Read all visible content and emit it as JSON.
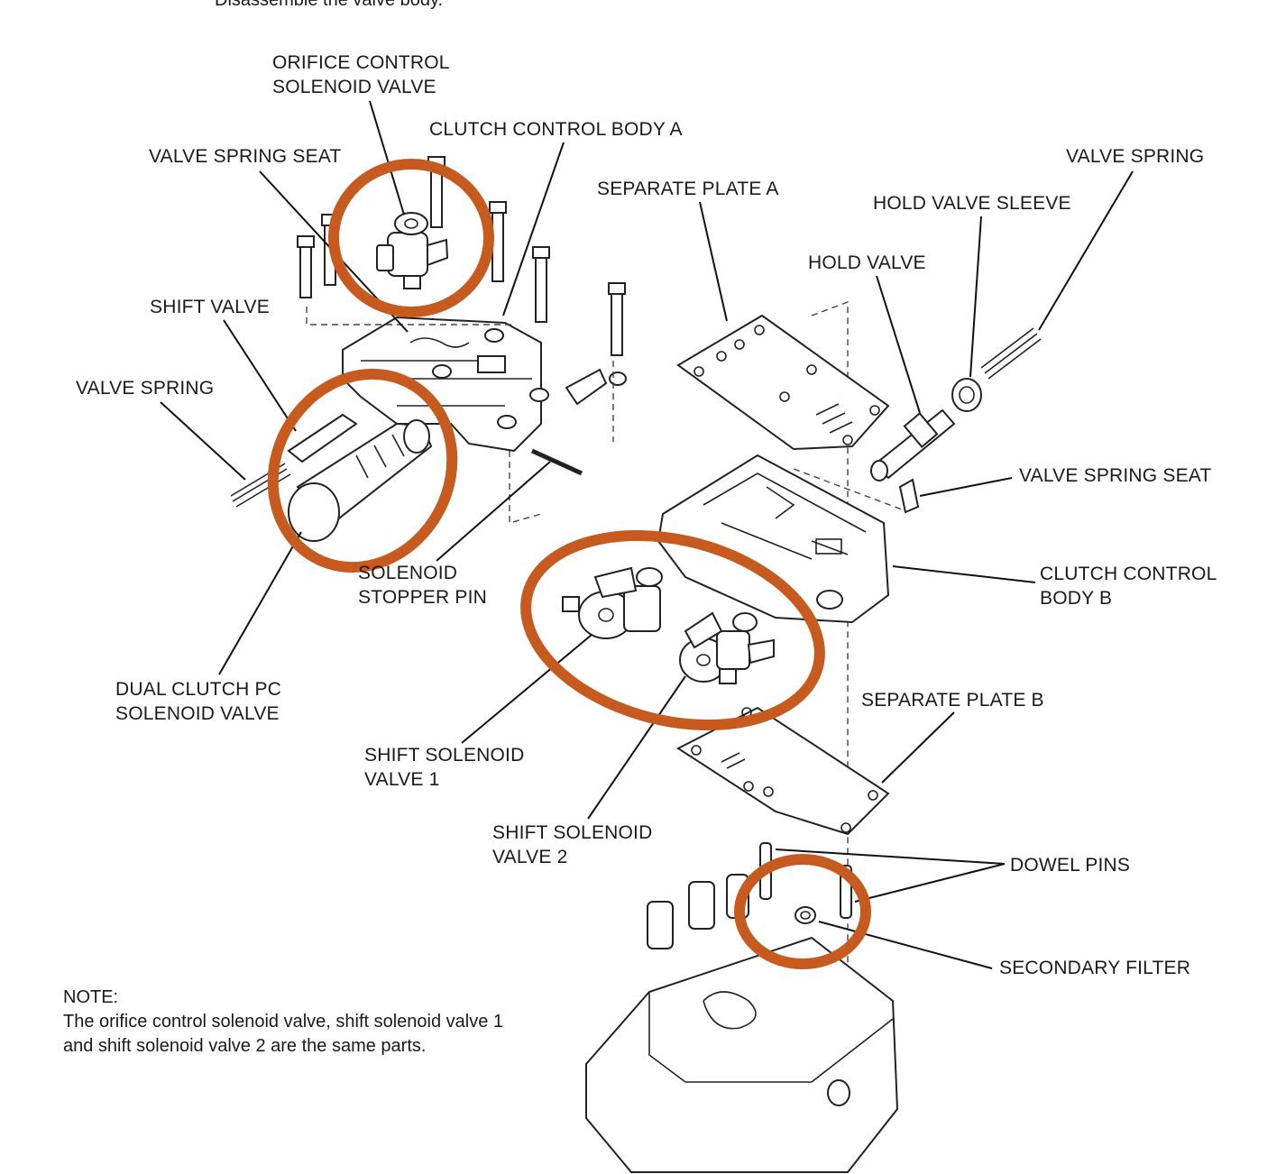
{
  "instruction": "Disassemble the valve body.",
  "highlight_color": "#c65a1f",
  "labels": {
    "orifice_control_solenoid_valve": [
      "ORIFICE CONTROL",
      "SOLENOID VALVE"
    ],
    "clutch_control_body_a": "CLUTCH CONTROL BODY A",
    "valve_spring_seat_top": "VALVE SPRING SEAT",
    "separate_plate_a": "SEPARATE PLATE A",
    "valve_spring_right": "VALVE SPRING",
    "hold_valve_sleeve": "HOLD VALVE SLEEVE",
    "hold_valve": "HOLD VALVE",
    "shift_valve": "SHIFT VALVE",
    "valve_spring_left": "VALVE SPRING",
    "valve_spring_seat_right": "VALVE SPRING SEAT",
    "solenoid_stopper_pin": [
      "SOLENOID",
      "STOPPER PIN"
    ],
    "clutch_control_body_b": [
      "CLUTCH CONTROL",
      "BODY B"
    ],
    "dual_clutch_pc_solenoid_valve": [
      "DUAL CLUTCH PC",
      "SOLENOID VALVE"
    ],
    "separate_plate_b": "SEPARATE PLATE B",
    "shift_solenoid_valve_1": [
      "SHIFT SOLENOID",
      "VALVE 1"
    ],
    "shift_solenoid_valve_2": [
      "SHIFT SOLENOID",
      "VALVE 2"
    ],
    "dowel_pins": "DOWEL PINS",
    "secondary_filter": "SECONDARY FILTER"
  },
  "note": {
    "heading": "NOTE:",
    "lines": [
      "The orifice control solenoid valve, shift solenoid valve 1",
      "and shift solenoid valve 2 are the same parts."
    ]
  }
}
